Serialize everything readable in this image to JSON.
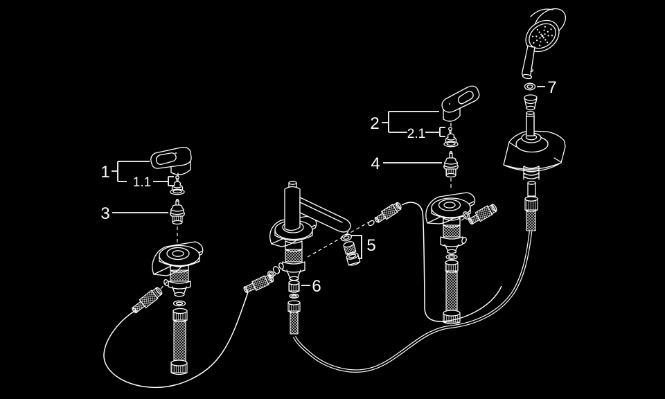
{
  "diagram": {
    "background_color": "#000000",
    "line_color": "#ffffff",
    "callouts": {
      "label_1": "1",
      "label_1_1": "1.1",
      "label_2": "2",
      "label_2_1": "2.1",
      "label_3": "3",
      "label_4": "4",
      "label_5": "5",
      "label_6": "6",
      "label_7": "7"
    }
  }
}
